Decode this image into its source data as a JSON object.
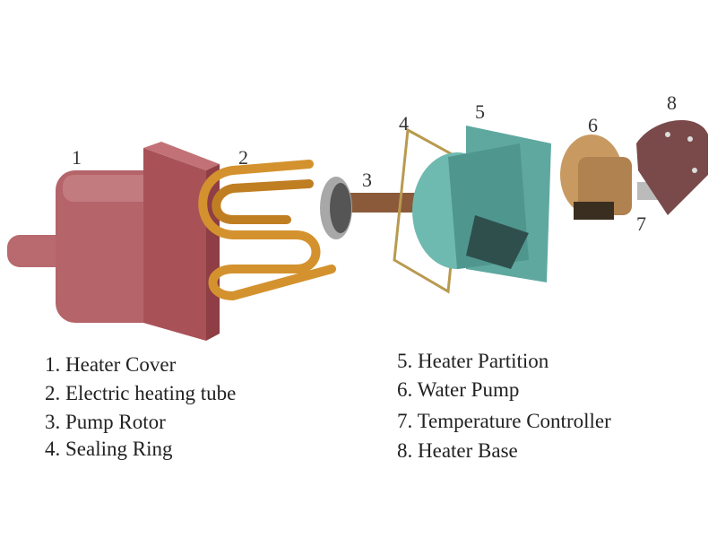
{
  "callouts": [
    "1",
    "2",
    "3",
    "4",
    "5",
    "6",
    "7",
    "8"
  ],
  "legend": {
    "left": [
      "1. Heater Cover",
      "2. Electric heating tube",
      "3. Pump Rotor",
      "4. Sealing Ring"
    ],
    "right": [
      "5. Heater Partition",
      "6. Water Pump",
      "7. Temperature Controller",
      "8. Heater Base"
    ]
  },
  "colors": {
    "cover": "#b5646a",
    "tube": "#d4922e",
    "partition": "#5fa8a0",
    "pump": "#c89a62",
    "base": "#7a4a4a",
    "rotor": "#9a9a9a",
    "shaft": "#8a5a3a"
  }
}
